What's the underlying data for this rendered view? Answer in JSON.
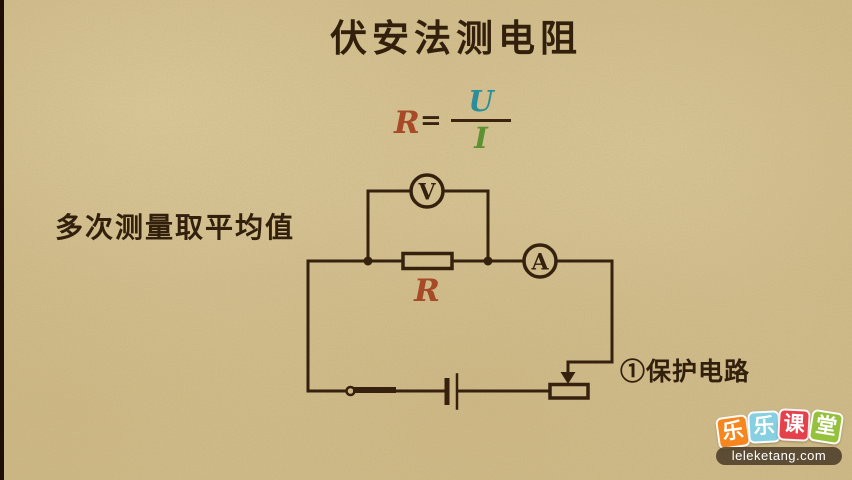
{
  "title": "伏安法测电阻",
  "formula": {
    "lhs": "R",
    "equals": "=",
    "numerator": "U",
    "denominator": "I",
    "colors": {
      "lhs": "#a64a27",
      "equals": "#3a2410",
      "numerator": "#2b8e99",
      "denominator": "#5c9232",
      "bar": "#3a2410"
    }
  },
  "notes": {
    "left_note": "多次测量取平均值",
    "protection_note": "①保护电路"
  },
  "circuit": {
    "voltmeter_label": "V",
    "ammeter_label": "A",
    "resistor_label": "R",
    "colors": {
      "wire": "#35210e",
      "resistor_label": "#a64a27"
    }
  },
  "logo": {
    "tiles": [
      {
        "char": "乐",
        "color": "#f6871f"
      },
      {
        "char": "乐",
        "color": "#86d0e2"
      },
      {
        "char": "课",
        "color": "#e4414d"
      },
      {
        "char": "堂",
        "color": "#95c13d"
      }
    ],
    "website": "leleketang.com",
    "bar_color": "#4d3d29"
  },
  "canvas": {
    "background": "#d5bf8b",
    "left_edge_strip": "#1e0e05",
    "text_color": "#32200d"
  }
}
